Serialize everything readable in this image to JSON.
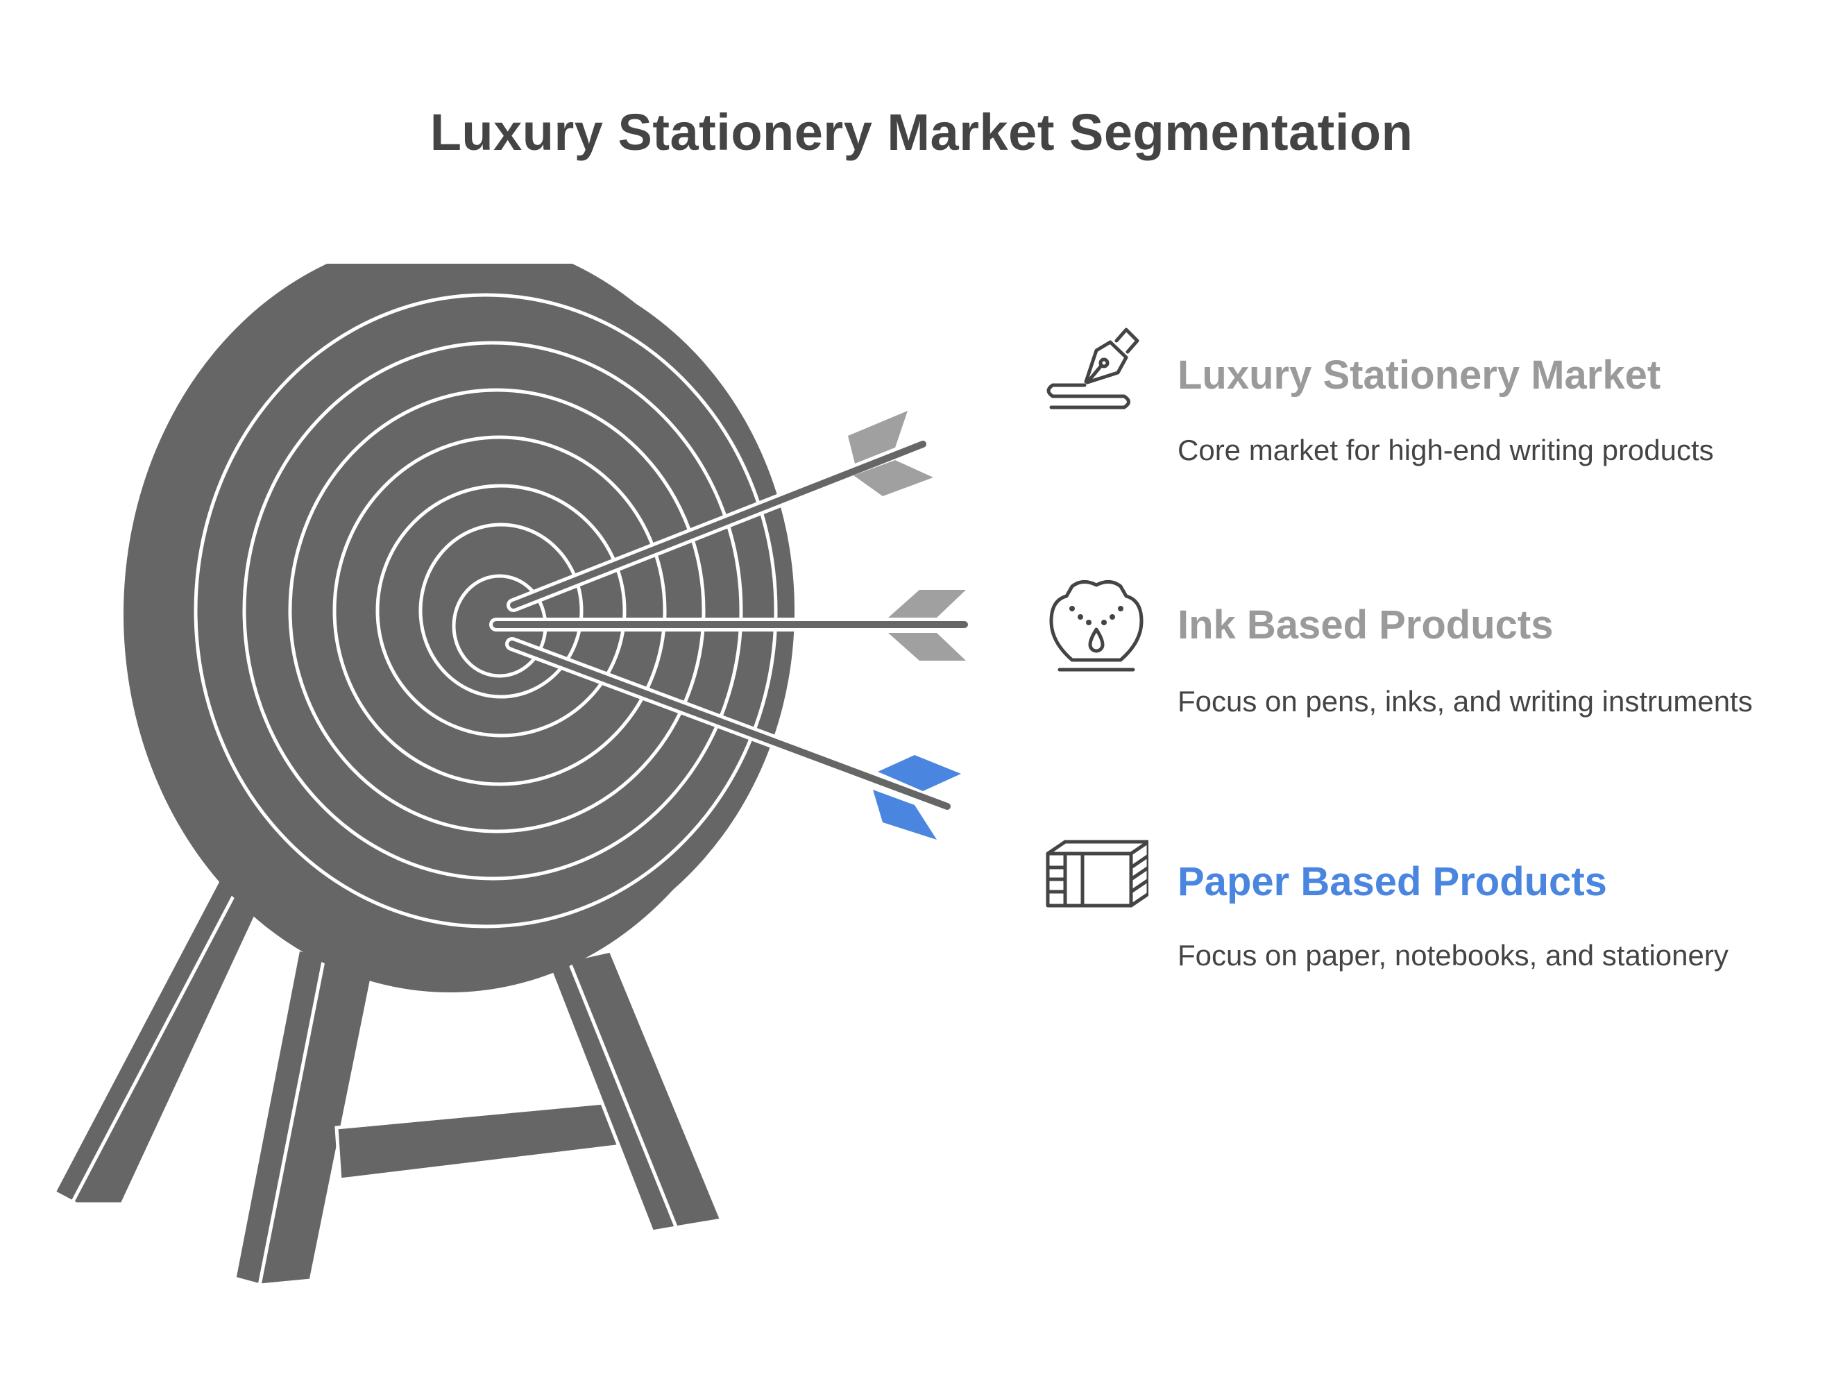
{
  "title": "Luxury Stationery Market Segmentation",
  "colors": {
    "target": "#666666",
    "ring_line": "#ffffff",
    "muted_title": "#9a9a9a",
    "accent": "#4a86e0",
    "text": "#444444"
  },
  "items": [
    {
      "icon": "fountain-pen-nib-icon",
      "title": "Luxury Stationery Market",
      "description": "Core market for high-end writing products",
      "highlight": false
    },
    {
      "icon": "ink-bottle-drop-icon",
      "title": "Ink Based Products",
      "description": "Focus on pens, inks, and writing instruments",
      "highlight": false
    },
    {
      "icon": "paper-stack-icon",
      "title": "Paper Based Products",
      "description": "Focus on paper, notebooks, and stationery",
      "highlight": true
    }
  ]
}
